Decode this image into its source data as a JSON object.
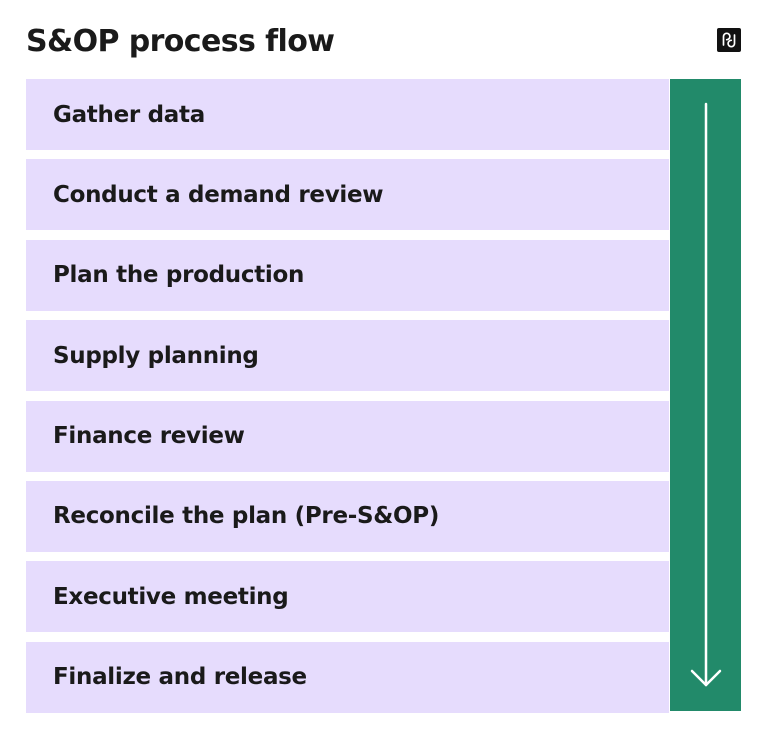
{
  "title": "S&OP process flow",
  "logo_icon": "pd-logo-icon",
  "colors": {
    "step_background": "#e6dcfd",
    "flow_bar": "#228a6a",
    "arrow": "#ffffff",
    "text": "#1a1a1a"
  },
  "steps": [
    {
      "label": "Gather data"
    },
    {
      "label": "Conduct a demand review"
    },
    {
      "label": "Plan the production"
    },
    {
      "label": "Supply planning"
    },
    {
      "label": "Finance review"
    },
    {
      "label": "Reconcile the plan (Pre-S&OP)"
    },
    {
      "label": "Executive meeting"
    },
    {
      "label": "Finalize and release"
    }
  ],
  "flow_direction": "down"
}
